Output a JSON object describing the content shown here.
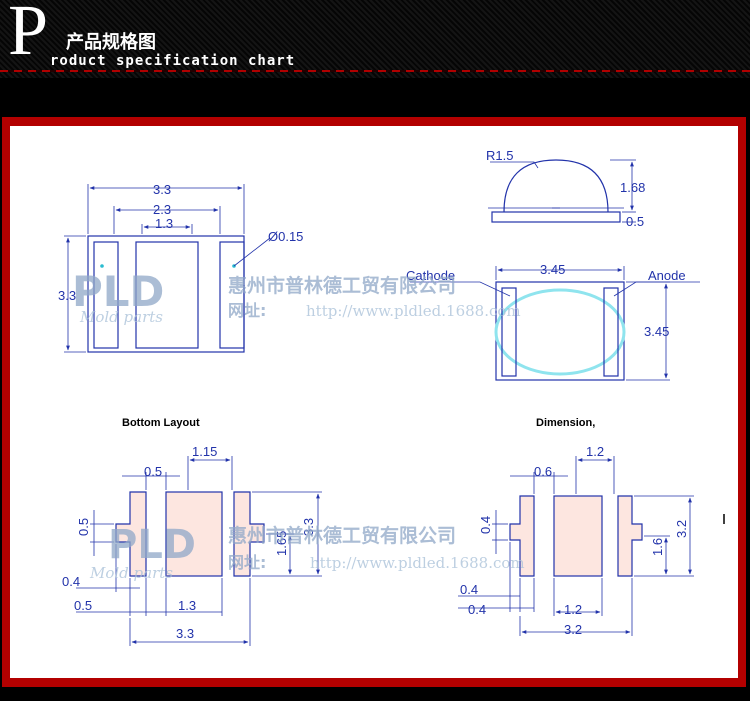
{
  "header": {
    "big_letter": "P",
    "title_cn": "产品规格图",
    "title_en": "roduct specification chart"
  },
  "watermark": {
    "logo": "PLD",
    "logo_sub": "Mold parts",
    "company": "惠州市普林德工贸有限公司",
    "url_label": "网址:",
    "url": "http://www.pldled.1688.com",
    "company_lower": "惠州市普林德工贸有限公司",
    "url_lower": "http://www.pldled.1688.com"
  },
  "top_view": {
    "width_outer": "3.3",
    "width_mid": "2.3",
    "width_inner": "1.3",
    "height": "3.3",
    "dot": "Ø0.15"
  },
  "side_view": {
    "radius": "R1.5",
    "dome_height": "1.68",
    "base_height": "0.5"
  },
  "front_view": {
    "cathode": "Cathode",
    "anode": "Anode",
    "width": "3.45",
    "height": "3.45"
  },
  "bottom_layout": {
    "heading": "Bottom Layout",
    "gap_top": "1.15",
    "pad_width": "0.5",
    "tab_height": "0.5",
    "tab_offset": "0.4",
    "left_width": "0.5",
    "center_width": "1.3",
    "total_width": "3.3",
    "total_height": "3.3",
    "half_height": "1.65"
  },
  "dimension": {
    "heading": "Dimension,",
    "gap_top": "1.2",
    "pad_width": "0.6",
    "tab_height": "0.4",
    "tab_offset_1": "0.4",
    "tab_offset_2": "0.4",
    "center_width": "1.2",
    "total_width": "3.2",
    "total_height": "3.2",
    "half_height": "1.6"
  }
}
